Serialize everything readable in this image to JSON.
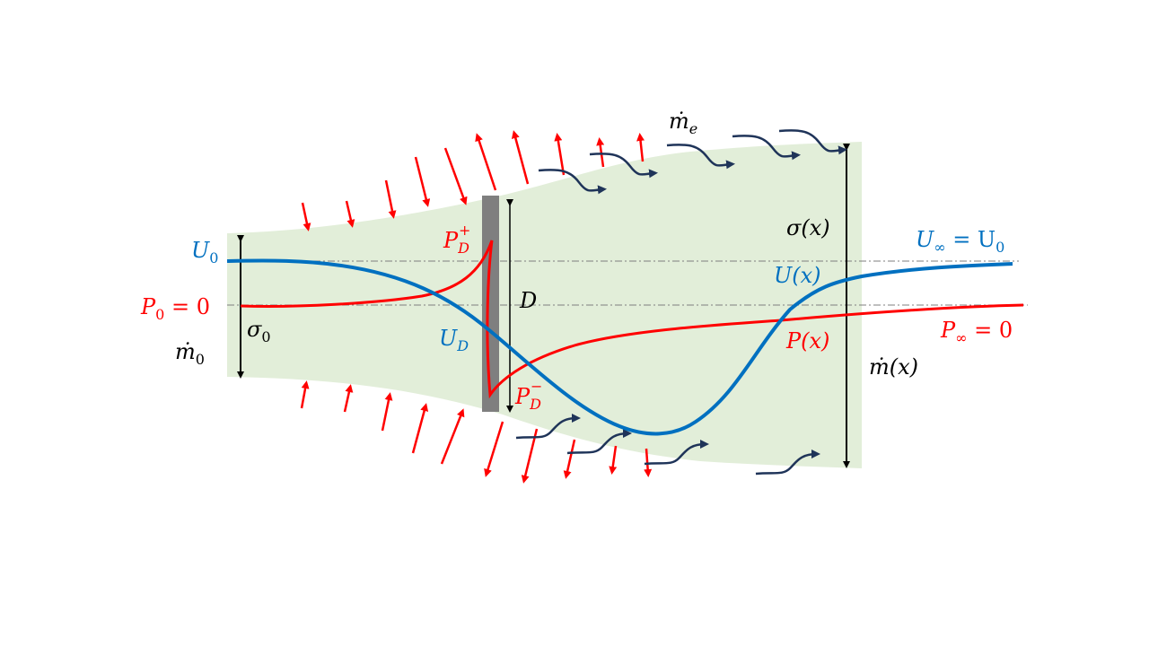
{
  "colors": {
    "region": "#e2eed9",
    "velocity": "#0070c0",
    "pressure": "#ff0000",
    "disk": "#7f7f7f",
    "entrainment": "#1f3459",
    "axis": "#000000"
  },
  "labels": {
    "U0": {
      "main": "U",
      "sub": "0"
    },
    "P0": {
      "main": "P",
      "sub": "0",
      "rest": " = 0"
    },
    "sigma0": {
      "main": "σ",
      "sub": "0"
    },
    "m0": {
      "main": "ṁ",
      "sub": "0"
    },
    "PDplus": {
      "main": "P",
      "sub": "D",
      "sup": "+"
    },
    "UD": {
      "main": "U",
      "sub": "D"
    },
    "PDminus": {
      "main": "P",
      "sub": "D",
      "sup": "−"
    },
    "D": {
      "main": "D"
    },
    "me": {
      "main": "ṁ",
      "sub": "e"
    },
    "sigmax": {
      "main": "σ(x)"
    },
    "Uinf": {
      "main": "U",
      "sub": "∞",
      "rest": " = U",
      "sub2": "0"
    },
    "Ux": {
      "main": "U(x)"
    },
    "Px": {
      "main": "P(x)"
    },
    "Pinf": {
      "main": "P",
      "sub": "∞",
      "rest": " = 0"
    },
    "mx": {
      "main": "ṁ(x)"
    }
  }
}
